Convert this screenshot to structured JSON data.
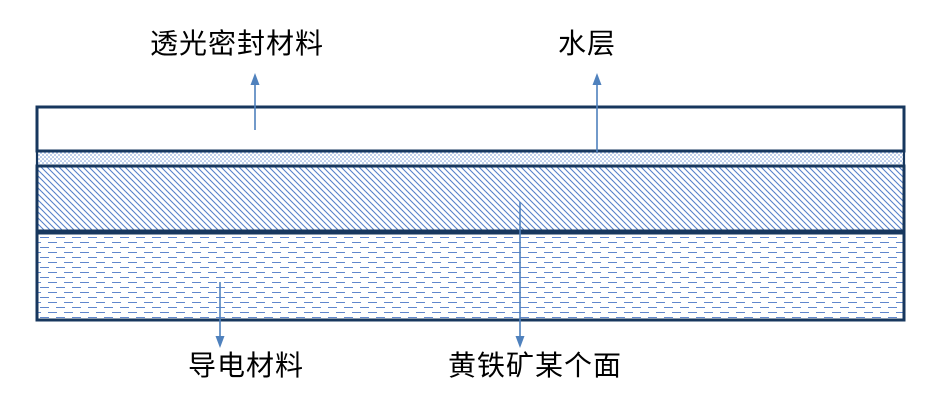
{
  "diagram": {
    "labels": {
      "top_left": "透光密封材料",
      "top_right": "水层",
      "bottom_left": "导电材料",
      "bottom_right": "黄铁矿某个面"
    },
    "layers": [
      {
        "name": "transparent-sealing-material",
        "label": "透光密封材料",
        "fill": "solid-white"
      },
      {
        "name": "water-layer",
        "label": "水层",
        "fill": "fine-dots"
      },
      {
        "name": "pyrite-face",
        "label": "黄铁矿某个面",
        "fill": "diagonal-hatch"
      },
      {
        "name": "conductive-material",
        "label": "导电材料",
        "fill": "horizontal-dashes"
      }
    ],
    "colors": {
      "border": "#17375E",
      "pattern": "#4472C4",
      "arrow": "#4F81BD",
      "text": "#000000"
    }
  }
}
